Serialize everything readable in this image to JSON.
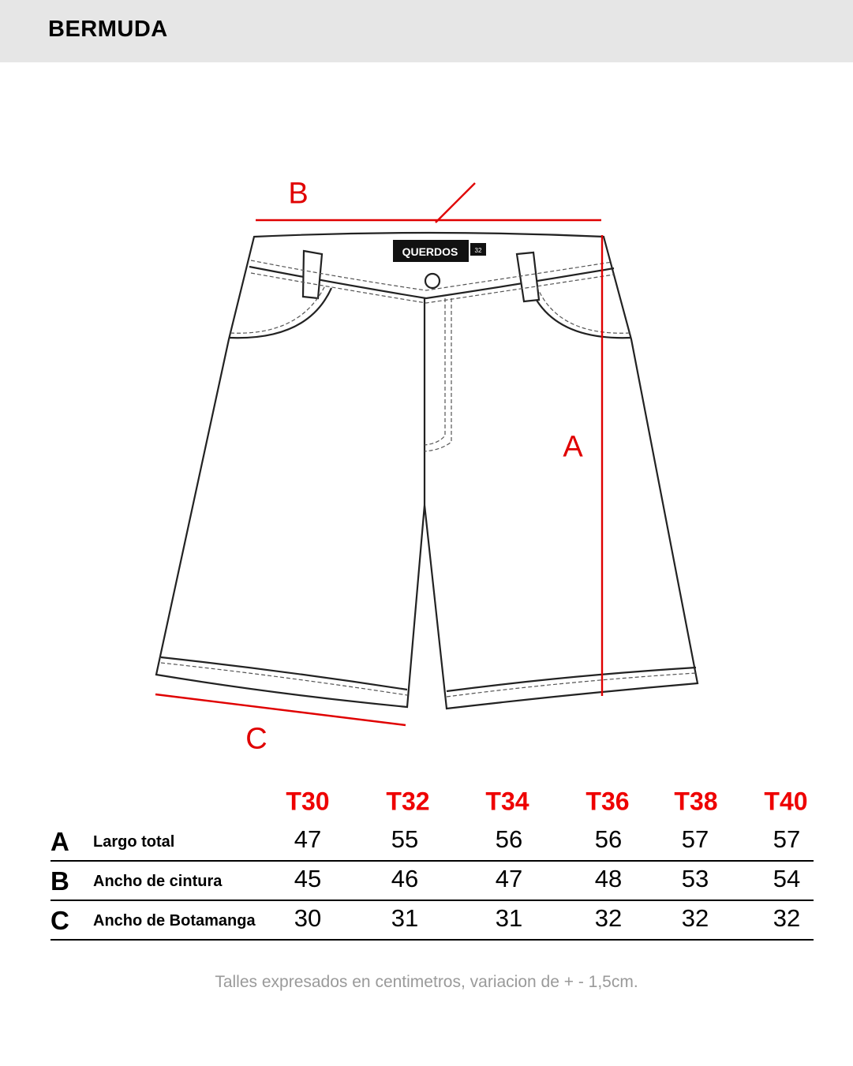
{
  "header": {
    "title": "BERMUDA"
  },
  "diagram": {
    "brand_logo": "QUERDOS",
    "tag": "32",
    "labels": {
      "a": "A",
      "b": "B",
      "c": "C"
    },
    "measure_color": "#e00000"
  },
  "table": {
    "sizes": [
      "T30",
      "T32",
      "T34",
      "T36",
      "T38",
      "T40"
    ],
    "rows": [
      {
        "letter": "A",
        "label": "Largo total",
        "values": [
          "47",
          "55",
          "56",
          "56",
          "57",
          "57"
        ]
      },
      {
        "letter": "B",
        "label": "Ancho de cintura",
        "values": [
          "45",
          "46",
          "47",
          "48",
          "53",
          "54"
        ]
      },
      {
        "letter": "C",
        "label": "Ancho de Botamanga",
        "values": [
          "30",
          "31",
          "31",
          "32",
          "32",
          "32"
        ]
      }
    ]
  },
  "note": "Talles expresados en centimetros, variacion de + - 1,5cm."
}
